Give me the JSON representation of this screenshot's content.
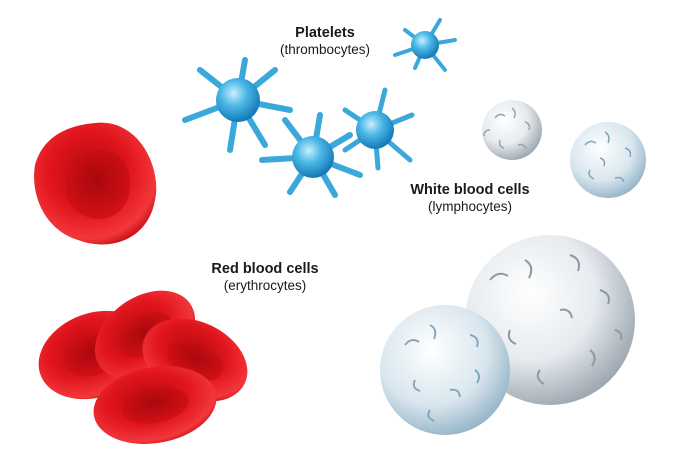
{
  "labels": {
    "platelets": {
      "title": "Platelets",
      "subtitle": "(thrombocytes)"
    },
    "white_blood_cells": {
      "title": "White blood cells",
      "subtitle": "(lymphocytes)"
    },
    "red_blood_cells": {
      "title": "Red blood cells",
      "subtitle": "(erythrocytes)"
    }
  },
  "colors": {
    "platelet": "#4cb8e6",
    "red_cell": "#e0141c",
    "white_cell": "#d8dee3"
  }
}
